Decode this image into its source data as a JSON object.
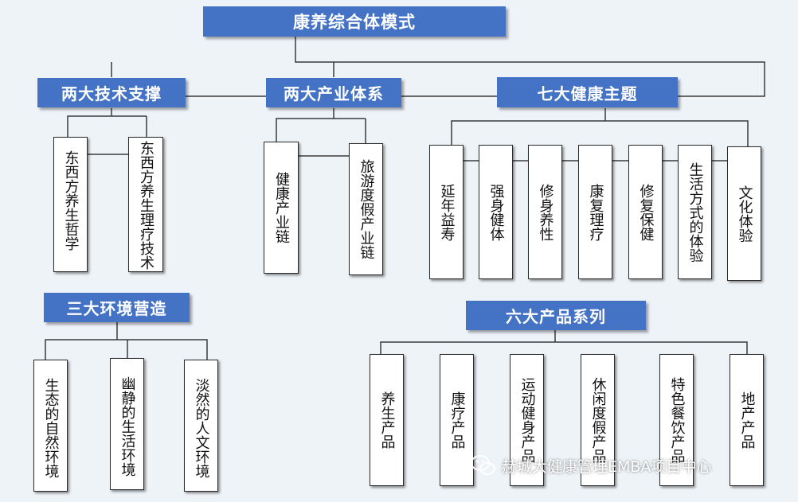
{
  "root": "康养综合体模式",
  "groups": [
    {
      "title": "两大技术支撑",
      "leaves": [
        "东西方养生哲学",
        "东西方养生理疗技术"
      ]
    },
    {
      "title": "两大产业体系",
      "leaves": [
        "健康产业链",
        "旅游度假产业链"
      ]
    },
    {
      "title": "七大健康主题",
      "leaves": [
        "延年益寿",
        "强身健体",
        "修身养性",
        "康复理疗",
        "修复保健",
        "生活方式的体验",
        "文化体验"
      ]
    },
    {
      "title": "三大环境营造",
      "leaves": [
        "生态的自然环境",
        "幽静的生活环境",
        "淡然的人文环境"
      ]
    },
    {
      "title": "六大产品系列",
      "leaves": [
        "养生产品",
        "康疗产品",
        "运动健身产品",
        "休闲度假产品",
        "特色餐饮产品",
        "地产产品"
      ]
    }
  ],
  "watermark": "赫城大健康管理EMBA项目中心",
  "colors": {
    "header": "#4472c4",
    "line": "#3a3a3a",
    "background": "#eef3f8"
  }
}
